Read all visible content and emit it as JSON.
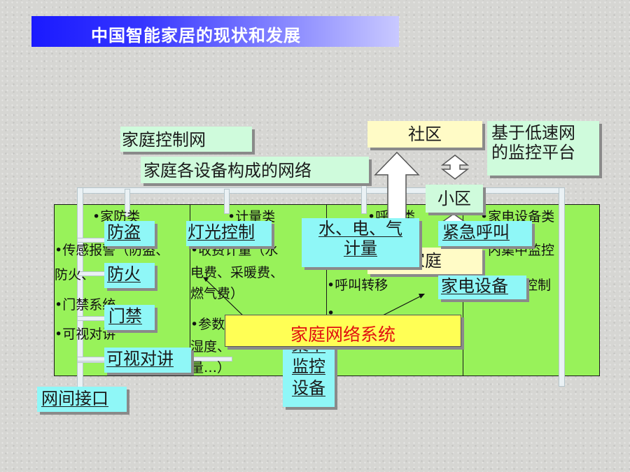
{
  "title": "中国智能家居的现状和发展",
  "labels": {
    "home_control_net": "家庭控制网",
    "home_device_net": "家庭各设备构成的网络",
    "community": "社区",
    "platform": "基于低速网\n的监控平台",
    "neighborhood": "小区",
    "family": "家庭",
    "home_network_system": "家庭网络系统",
    "gateway": "网间接口"
  },
  "columns": [
    {
      "header": "•家防类",
      "lines": [
        "•传感报警（防盗、",
        "防火、",
        "•门禁系统",
        "•可视对讲"
      ]
    },
    {
      "header": "•计量类",
      "lines": [
        "•收费计量（水",
        "电费、采暖费、",
        "燃气费）",
        "•参数",
        "湿度、",
        "量…）"
      ]
    },
    {
      "header": "•呼叫类",
      "lines": [
        "•呼叫转移",
        "•"
      ]
    },
    {
      "header": "•家电设备类",
      "lines": [
        "内集中监控",
        "程控制"
      ]
    }
  ],
  "tags": {
    "anti_theft": "防盗",
    "fire": "防火",
    "access": "门禁",
    "intercom": "可视对讲",
    "lighting": "灯光控制",
    "utility_meter": "水、电、气\n计量",
    "emergency": "紧急呼叫",
    "appliance": "家电设备",
    "central_monitor": "集中\n监控\n设备"
  },
  "colors": {
    "title_bar_start": "#1a1aff",
    "table_green": "#98f25a",
    "tag_cyan": "#8ff7f7",
    "label_mint": "#cffbdc",
    "label_cream": "#fffbc6",
    "highlight_text": "#e11010",
    "highlight_bg": "#ffff55"
  }
}
